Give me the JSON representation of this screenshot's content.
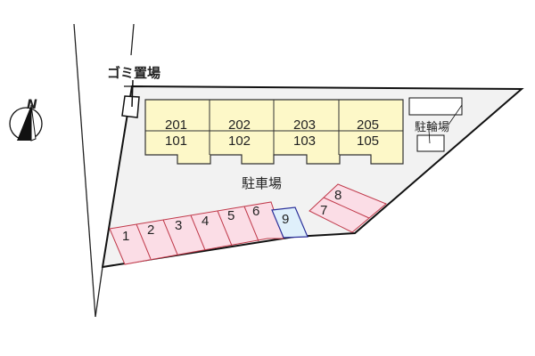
{
  "map": {
    "type": "site-plan",
    "compass": {
      "label": "N",
      "icon": "north-arrow-icon"
    },
    "labels": {
      "garbage": "ゴミ置場",
      "parking": "駐車場",
      "bicycle": "駐輪場"
    },
    "building": {
      "units": [
        {
          "upper": "201",
          "lower": "101"
        },
        {
          "upper": "202",
          "lower": "102"
        },
        {
          "upper": "203",
          "lower": "103"
        },
        {
          "upper": "205",
          "lower": "105"
        }
      ],
      "fill": "#fdf8c8"
    },
    "parking_spaces": [
      "1",
      "2",
      "3",
      "4",
      "5",
      "6",
      "7",
      "8",
      "9"
    ],
    "highlighted_space": "9",
    "colors": {
      "lot_fill": "#f2f2f2",
      "space_fill": "#fbdde6",
      "space_stroke": "#c0394a",
      "highlight_fill": "#dff0fb",
      "highlight_stroke": "#2a2f9a",
      "building_fill": "#fdf8c8"
    }
  }
}
